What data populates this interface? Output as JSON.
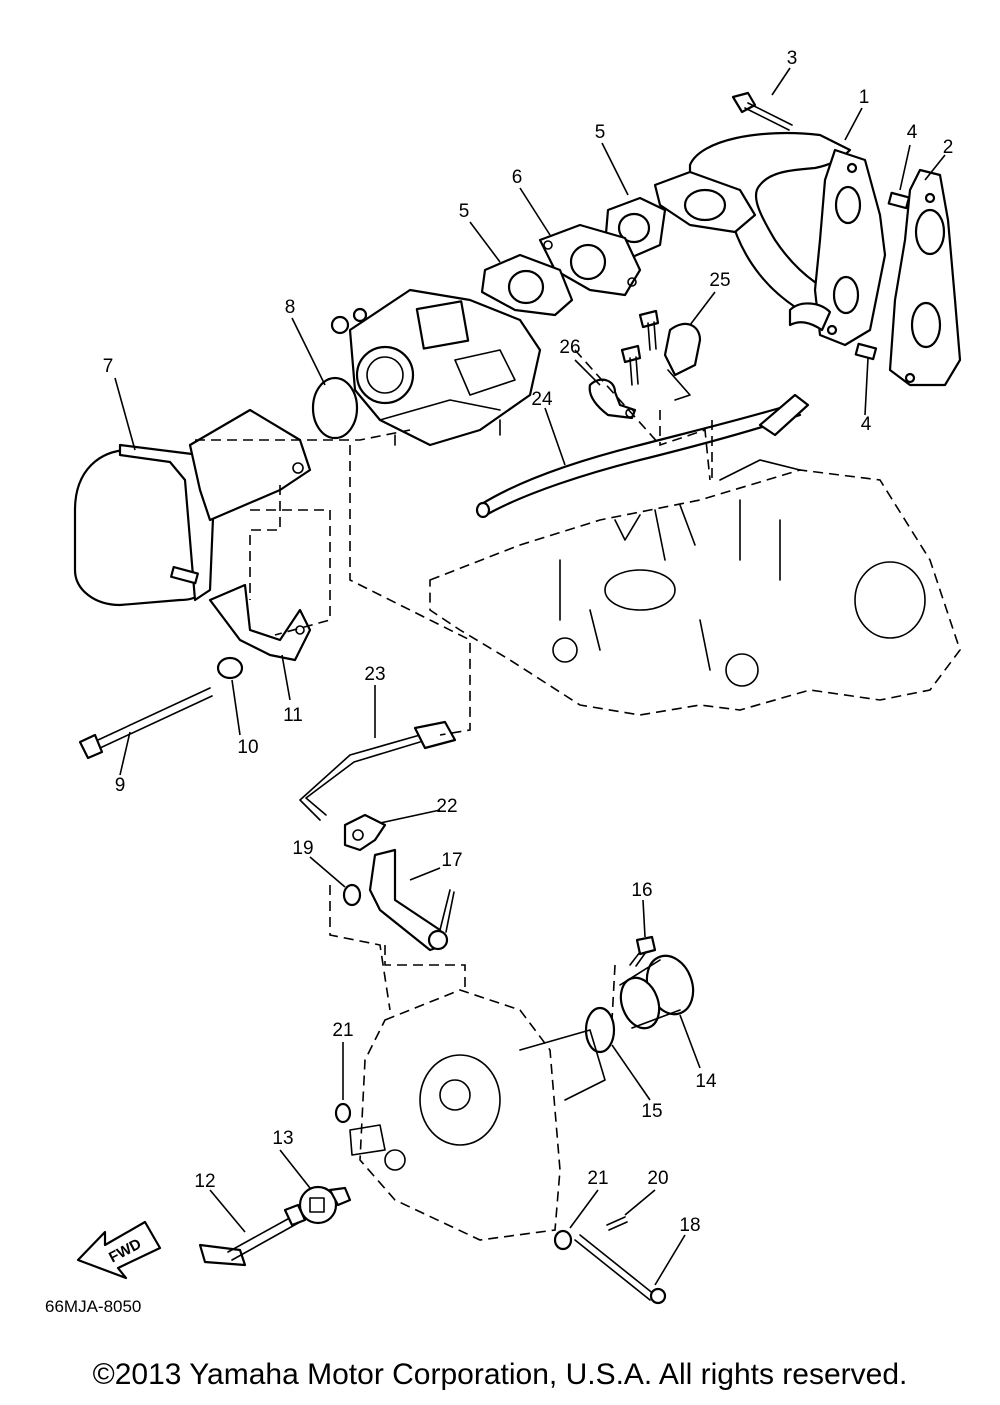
{
  "diagram": {
    "part_numbers": [
      "1",
      "2",
      "3",
      "4",
      "4",
      "5",
      "5",
      "6",
      "7",
      "8",
      "9",
      "10",
      "11",
      "12",
      "13",
      "14",
      "15",
      "16",
      "17",
      "18",
      "19",
      "20",
      "21",
      "21",
      "22",
      "23",
      "24",
      "25",
      "26"
    ],
    "fwd_label": "FWD",
    "drawing_code": "66MJA-8050"
  },
  "footer": {
    "copyright": "©2013 Yamaha Motor Corporation, U.S.A. All rights reserved."
  }
}
